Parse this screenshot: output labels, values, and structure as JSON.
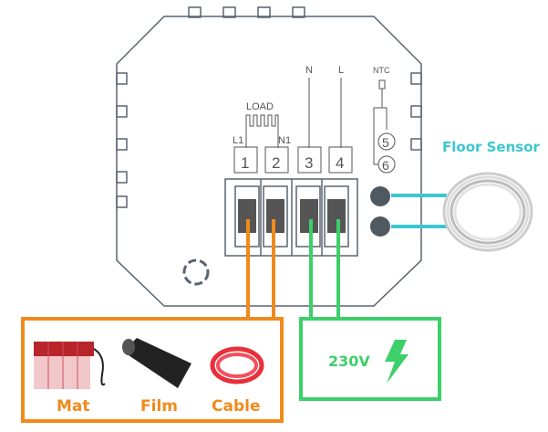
{
  "terminals": {
    "labels": [
      "1",
      "2",
      "3",
      "4"
    ],
    "load": "LOAD",
    "l1": "L1",
    "n1": "N1",
    "n": "N",
    "l": "L",
    "ntc": "NTC",
    "sensor_pins": [
      "5",
      "6"
    ]
  },
  "sensor": {
    "label": "Floor Sensor"
  },
  "load_box": {
    "items": [
      "Mat",
      "Film",
      "Cable"
    ]
  },
  "power_box": {
    "label": "230V",
    "icon": "lightning-bolt-icon"
  },
  "colors": {
    "load": "#f08a1c",
    "power": "#3ccf6a",
    "sensor": "#3cc6d0",
    "body": "#5a6470"
  }
}
